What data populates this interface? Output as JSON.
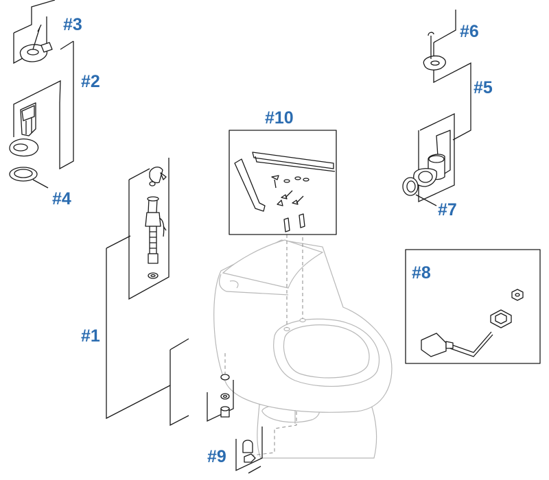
{
  "colors": {
    "label": "#2b6cb0",
    "line": "#1a1a1a",
    "ghost": "#b8b8b8"
  },
  "callouts": {
    "p1": "#1",
    "p2": "#2",
    "p3": "#3",
    "p4": "#4",
    "p5": "#5",
    "p6": "#6",
    "p7": "#7",
    "p8": "#8",
    "p9": "#9",
    "p10": "#10"
  }
}
